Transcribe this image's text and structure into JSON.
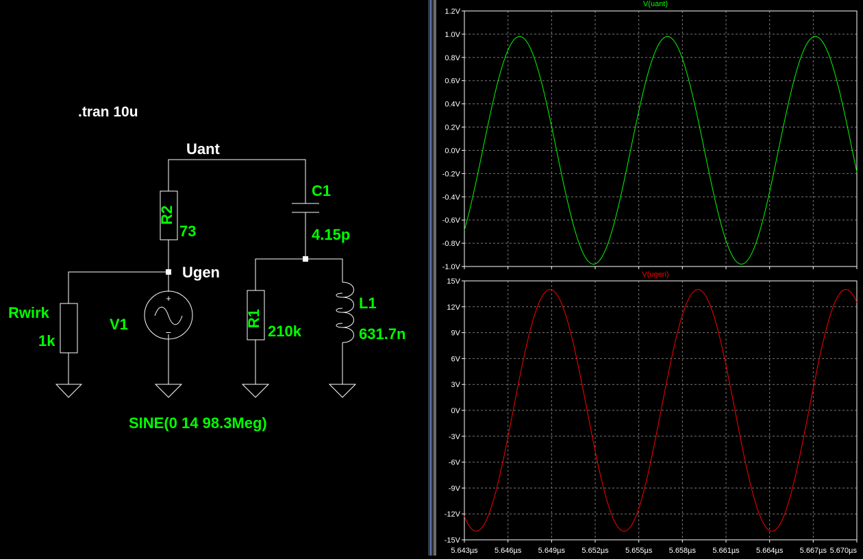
{
  "schematic": {
    "directive": ".tran 10u",
    "nets": {
      "uant": "Uant",
      "ugen": "Ugen"
    },
    "components": {
      "r2": {
        "name": "R2",
        "value": "73"
      },
      "c1": {
        "name": "C1",
        "value": "4.15p"
      },
      "rwirk": {
        "name": "Rwirk",
        "value": "1k"
      },
      "v1": {
        "name": "V1",
        "value": "SINE(0 14 98.3Meg)"
      },
      "r1": {
        "name": "R1",
        "value": "210k"
      },
      "l1": {
        "name": "L1",
        "value": "631.7n"
      }
    },
    "colors": {
      "wire": "#ffffff",
      "label": "#00ff00"
    }
  },
  "chart_data": [
    {
      "type": "line",
      "title": "V(uant)",
      "color": "#00ff00",
      "xlim": [
        5.643,
        5.67
      ],
      "ylim": [
        -1.0,
        1.2
      ],
      "yticks": [
        "1.2V",
        "1.0V",
        "0.8V",
        "0.6V",
        "0.4V",
        "0.2V",
        "0.0V",
        "-0.2V",
        "-0.4V",
        "-0.6V",
        "-0.8V",
        "-1.0V"
      ],
      "series": [
        {
          "waveform": "sine",
          "amplitude": 0.98,
          "frequency_mhz": 98.3,
          "peak_time_us": 5.6468,
          "x_unit": "µs"
        }
      ]
    },
    {
      "type": "line",
      "title": "V(ugen)",
      "color": "#ff0000",
      "xlim": [
        5.643,
        5.67
      ],
      "ylim": [
        -15,
        15
      ],
      "yticks": [
        "15V",
        "12V",
        "9V",
        "6V",
        "3V",
        "0V",
        "-3V",
        "-6V",
        "-9V",
        "-12V",
        "-15V"
      ],
      "xticks": [
        "5.643µs",
        "5.646µs",
        "5.649µs",
        "5.652µs",
        "5.655µs",
        "5.658µs",
        "5.661µs",
        "5.664µs",
        "5.667µs",
        "5.670µs"
      ],
      "series": [
        {
          "waveform": "sine",
          "amplitude": 14,
          "frequency_mhz": 98.3,
          "peak_time_us": 5.6489,
          "x_unit": "µs"
        }
      ]
    }
  ],
  "colors": {
    "grid": "#7a7a7a",
    "axis": "#ffffff",
    "tick_label": "#ffffff"
  }
}
